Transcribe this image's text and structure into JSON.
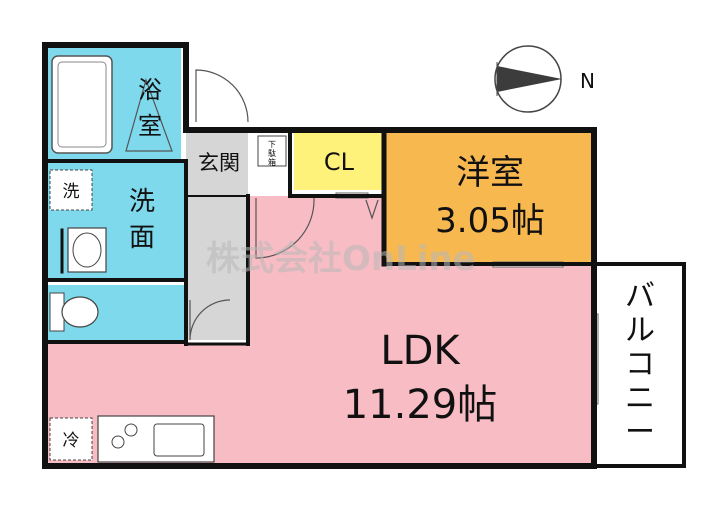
{
  "compass": {
    "label": "N"
  },
  "rooms": {
    "bath": "浴室",
    "washroom": "洗面",
    "entrance": "玄関",
    "shoe_box": "下駄箱",
    "closet": "CL",
    "western_room": {
      "name": "洋室",
      "size": "3.05帖"
    },
    "ldk": {
      "name": "LDK",
      "size": "11.29帖"
    },
    "balcony": "バルコニー"
  },
  "markers": {
    "washer": "洗",
    "fridge": "冷"
  },
  "watermark": "株式会社OnLine",
  "colors": {
    "wall": "#111111",
    "wet_area": "#7fd9ec",
    "closet": "#fff27a",
    "western_room": "#f8b850",
    "ldk": "#f7bcc4",
    "entrance": "#d6d6d6",
    "balcony": "#ffffff"
  }
}
